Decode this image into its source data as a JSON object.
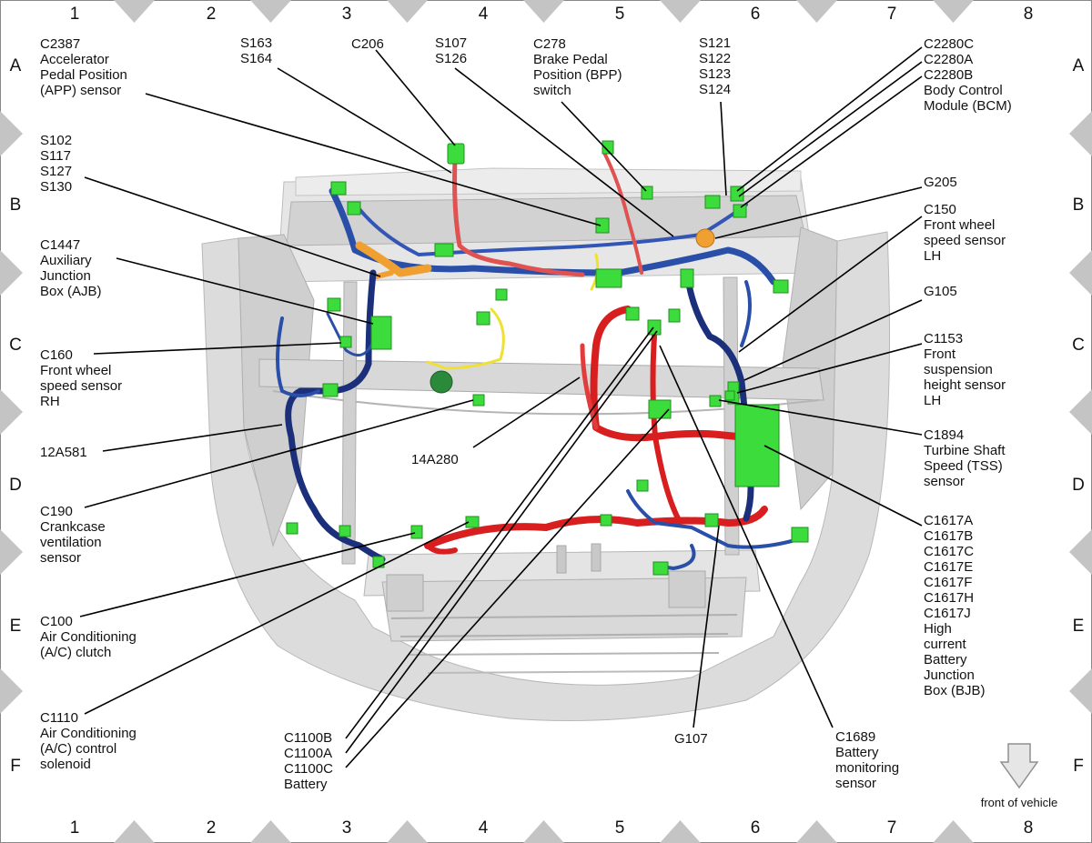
{
  "grid": {
    "columns": [
      "1",
      "2",
      "3",
      "4",
      "5",
      "6",
      "7",
      "8"
    ],
    "rows": [
      "A",
      "B",
      "C",
      "D",
      "E",
      "F"
    ]
  },
  "labels": {
    "c2387": [
      "C2387",
      "Accelerator",
      "Pedal Position",
      "(APP) sensor"
    ],
    "s163": [
      "S163",
      "S164"
    ],
    "c206": [
      "C206"
    ],
    "s107": [
      "S107",
      "S126"
    ],
    "c278": [
      "C278",
      "Brake Pedal",
      "Position (BPP)",
      "switch"
    ],
    "s121": [
      "S121",
      "S122",
      "S123",
      "S124"
    ],
    "c2280": [
      "C2280C",
      "C2280A",
      "C2280B",
      "Body Control",
      "Module (BCM)"
    ],
    "s102": [
      "S102",
      "S117",
      "S127",
      "S130"
    ],
    "g205": [
      "G205"
    ],
    "c150": [
      "C150",
      "Front wheel",
      "speed sensor",
      "LH"
    ],
    "c1447": [
      "C1447",
      "Auxiliary",
      "Junction",
      "Box (AJB)"
    ],
    "g105": [
      "G105"
    ],
    "c160": [
      "C160",
      "Front wheel",
      "speed sensor",
      "RH"
    ],
    "c1153": [
      "C1153",
      "Front",
      "suspension",
      "height sensor",
      "LH"
    ],
    "c1894": [
      "C1894",
      "Turbine Shaft",
      "Speed (TSS)",
      "sensor"
    ],
    "h12a581": [
      "12A581"
    ],
    "h14a280": [
      "14A280"
    ],
    "c190": [
      "C190",
      "Crankcase",
      "ventilation",
      "sensor"
    ],
    "c1617": [
      "C1617A",
      "C1617B",
      "C1617C",
      "C1617E",
      "C1617F",
      "C1617H",
      "C1617J",
      "High",
      "current",
      "Battery",
      "Junction",
      "Box (BJB)"
    ],
    "c100": [
      "C100",
      "Air Conditioning",
      "(A/C) clutch"
    ],
    "c1110": [
      "C1110",
      "Air Conditioning",
      "(A/C) control",
      "solenoid"
    ],
    "c1100": [
      "C1100B",
      "C1100A",
      "C1100C",
      "Battery"
    ],
    "g107": [
      "G107"
    ],
    "c1689": [
      "C1689",
      "Battery",
      "monitoring",
      "sensor"
    ]
  },
  "front_of_vehicle": "front of vehicle",
  "colors": {
    "harness_blue": "#2a4fa8",
    "harness_dark_blue": "#1b2f7a",
    "harness_red": "#d81e1e",
    "harness_orange": "#f0a030",
    "connector_green": "#3ddc3d",
    "harness_yellow": "#f0e030",
    "body_gray": "#d4d4d4",
    "grid_marker_gray": "#bdbdbd"
  }
}
